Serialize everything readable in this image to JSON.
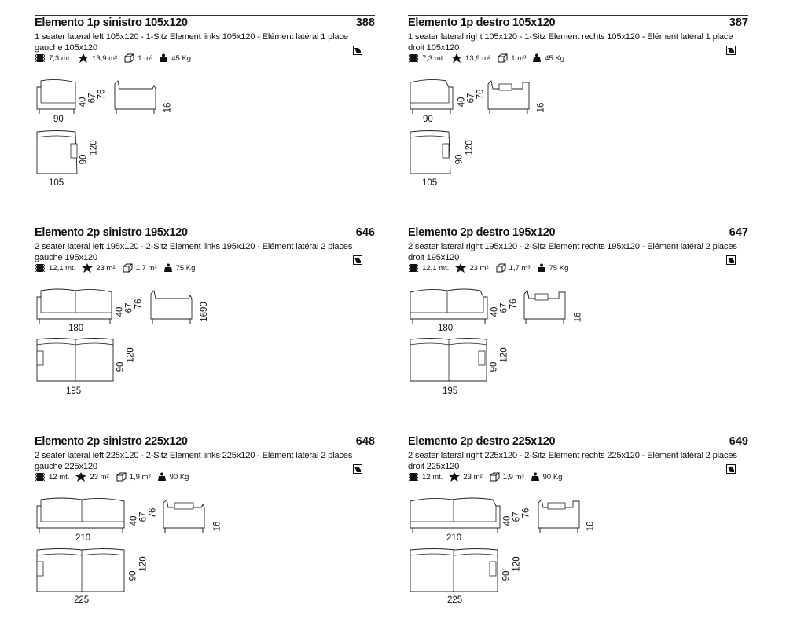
{
  "cards": [
    {
      "title": "Elemento 1p sinistro 105x120",
      "code": "388",
      "description": "1 seater lateral left 105x120 - 1-Sitz Element links 105x120 - Elément latéral 1 place gauche 105x120",
      "specs": {
        "fabric": "7,3  mt.",
        "leather": "13,9  m²",
        "volume": "1  m³",
        "weight": "45  Kg"
      },
      "dims": {
        "front_width": "90",
        "plan_width": "105",
        "heights": [
          "40",
          "67",
          "76"
        ],
        "side_label": "16",
        "depth": "120",
        "depth_inner": "90"
      }
    },
    {
      "title": "Elemento 1p destro 105x120",
      "code": "387",
      "description": "1 seater lateral right 105x120 - 1-Sitz Element rechts 105x120 - Elément latéral 1 place droit 105x120",
      "specs": {
        "fabric": "7,3  mt.",
        "leather": "13,9  m²",
        "volume": "1  m³",
        "weight": "45  Kg"
      },
      "dims": {
        "front_width": "90",
        "plan_width": "105",
        "heights": [
          "40",
          "67",
          "76"
        ],
        "side_label": "16",
        "depth": "120",
        "depth_inner": "90"
      }
    },
    {
      "title": "Elemento 2p sinistro 195x120",
      "code": "646",
      "description": "2 seater lateral left 195x120 - 2-Sitz Element links 195x120 - Elément latéral 2 places gauche 195x120",
      "specs": {
        "fabric": "12,1  mt.",
        "leather": "23  m²",
        "volume": "1,7  m³",
        "weight": "75  Kg"
      },
      "dims": {
        "front_width": "180",
        "plan_width": "195",
        "heights": [
          "40",
          "67",
          "76"
        ],
        "side_label": "1690",
        "depth": "120",
        "depth_inner": "90"
      }
    },
    {
      "title": "Elemento 2p destro 195x120",
      "code": "647",
      "description": "2 seater lateral right 195x120 - 2-Sitz Element rechts 195x120 - Elément latéral 2 places droit 195x120",
      "specs": {
        "fabric": "12,1  mt.",
        "leather": "23  m²",
        "volume": "1,7  m³",
        "weight": "75  Kg"
      },
      "dims": {
        "front_width": "180",
        "plan_width": "195",
        "heights": [
          "40",
          "67",
          "76"
        ],
        "side_label": "16",
        "depth": "120",
        "depth_inner": "90"
      }
    },
    {
      "title": "Elemento 2p sinistro 225x120",
      "code": "648",
      "description": "2 seater lateral left 225x120 - 2-Sitz Element links 225x120 - Elément latéral 2 places gauche 225x120",
      "specs": {
        "fabric": "12  mt.",
        "leather": "23  m²",
        "volume": "1,9  m³",
        "weight": "90  Kg"
      },
      "dims": {
        "front_width": "210",
        "plan_width": "225",
        "heights": [
          "40",
          "67",
          "76"
        ],
        "side_label": "16",
        "depth": "120",
        "depth_inner": "90"
      }
    },
    {
      "title": "Elemento 2p destro 225x120",
      "code": "649",
      "description": "2 seater lateral right 225x120 - 2-Sitz Element rechts 225x120 - Elément latéral 2 places droit 225x120",
      "specs": {
        "fabric": "12  mt.",
        "leather": "23  m²",
        "volume": "1,9  m³",
        "weight": "90  Kg"
      },
      "dims": {
        "front_width": "210",
        "plan_width": "225",
        "heights": [
          "40",
          "67",
          "76"
        ],
        "side_label": "16",
        "depth": "120",
        "depth_inner": "90"
      }
    }
  ],
  "icons": {
    "fabric": "fabric-icon",
    "leather": "leather-hide-icon",
    "volume": "cube-icon",
    "weight": "weight-icon",
    "swatch": "fabric-swatch-icon"
  }
}
